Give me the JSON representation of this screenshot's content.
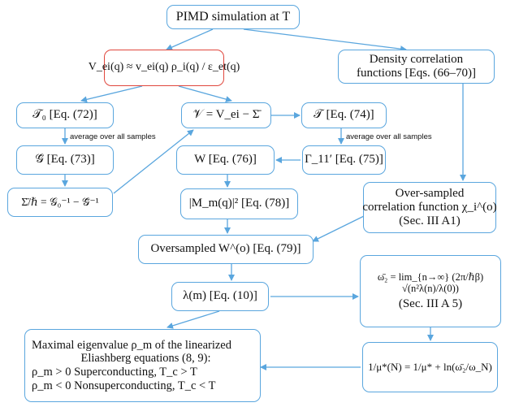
{
  "nodes": {
    "pimd": "PIMD simulation at T",
    "vei": "V_ei(q) ≈ v_ei(q) ρ_i(q) / ε_et(q)",
    "density": [
      "Density correlation",
      "functions [Eqs. (66–70)]"
    ],
    "t0": "𝒯₀ [Eq. (72)]",
    "vcal": "𝒱 = V_ei − Σ̄",
    "tcal": "𝒯 [Eq. (74)]",
    "gcal": "𝒢̃ [Eq. (73)]",
    "w": "W [Eq. (76)]",
    "gamma": "Γ_11′ [Eq. (75)]",
    "sigma": "Σ̄/ℏ = 𝒢₀⁻¹ − 𝒢̃⁻¹",
    "mm": "|M_m(q)|²  [Eq. (78)]",
    "oversampled_chi": [
      "Over-sampled",
      "correlation function χ_i^(o)",
      "(Sec. III A1)"
    ],
    "oversampled_w": "Oversampled W^(o) [Eq. (79)]",
    "lambda": "λ(m) [Eq. (10)]",
    "omega2": [
      "ω̄₂ = lim_{n→∞} (2π/ℏβ) √(n²λ(n)/λ(0))",
      "(Sec. III A 5)"
    ],
    "maximal": [
      "Maximal eigenvalue ρ_m of the linearized",
      "Eliashberg equations (8, 9):",
      "ρ_m > 0   Superconducting, T_c > T",
      "ρ_m < 0   Nonsuperconducting, T_c < T"
    ],
    "mustar": "1/μ*(N) = 1/μ* + ln(ω̄₂/ω_N)"
  },
  "edge_labels": {
    "avg1": "average over all samples",
    "avg2": "average over all samples"
  },
  "colors": {
    "box_border": "#5aa6de",
    "highlight_border": "#e0473d",
    "arrow": "#5aa6de"
  }
}
